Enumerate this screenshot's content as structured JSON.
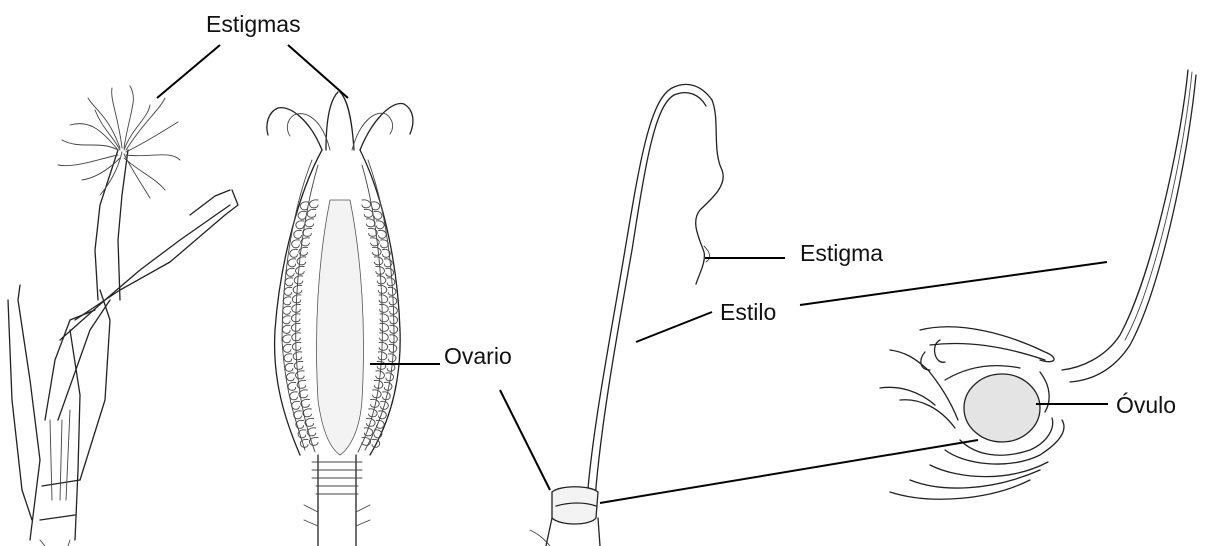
{
  "labels": {
    "stigmas": "Estigmas",
    "stigma": "Estigma",
    "style": "Estilo",
    "ovary": "Ovario",
    "ovule": "Óvulo"
  },
  "colors": {
    "ink": "#222222",
    "leader": "#000000",
    "ovule_fill": "#e4e4e4",
    "ovary_fill": "#f3f3f3"
  }
}
